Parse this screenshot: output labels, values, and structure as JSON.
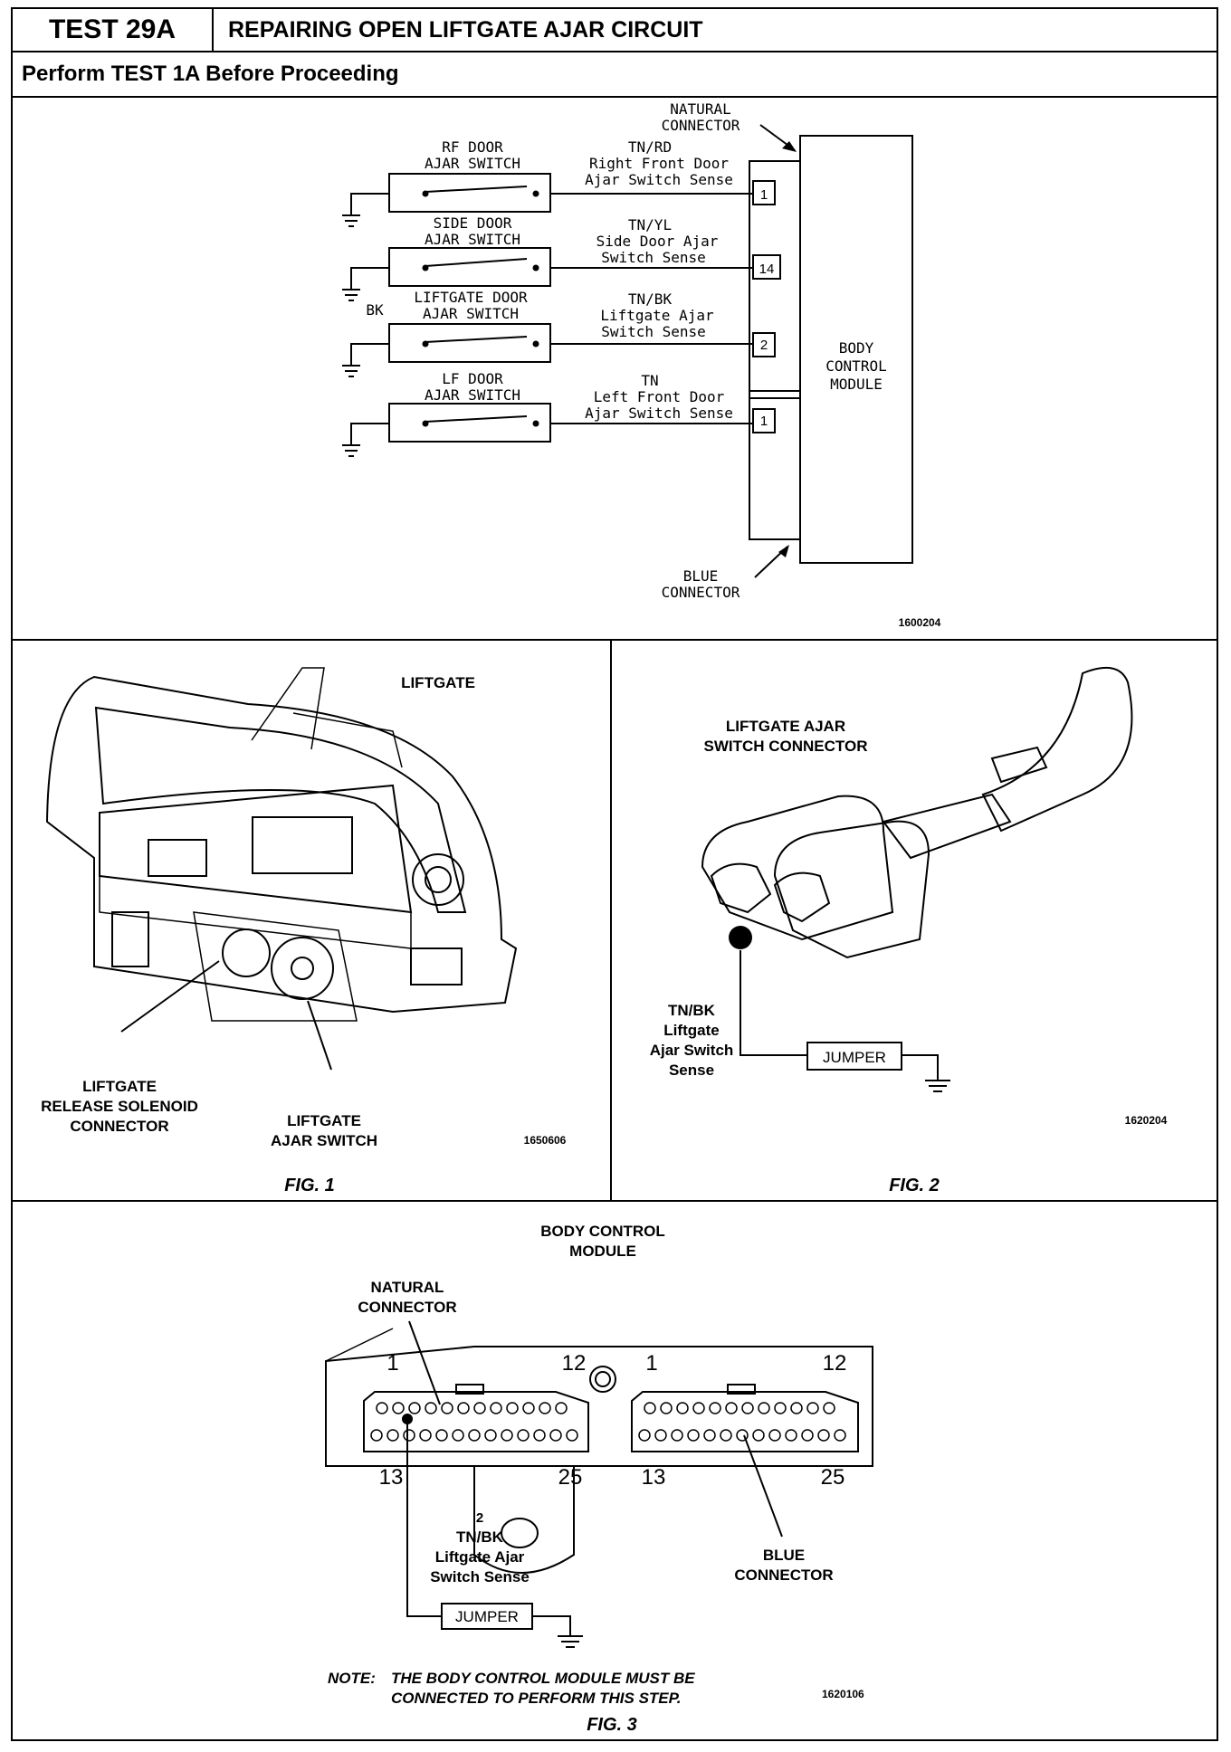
{
  "header": {
    "test_id": "TEST 29A",
    "title": "REPAIRING OPEN LIFTGATE AJAR CIRCUIT",
    "prerequisite": "Perform TEST 1A Before Proceeding"
  },
  "schematic": {
    "natural_connector": [
      "NATURAL",
      "CONNECTOR"
    ],
    "blue_connector": [
      "BLUE",
      "CONNECTOR"
    ],
    "module": [
      "BODY",
      "CONTROL",
      "MODULE"
    ],
    "image_id": "1600204",
    "ground_label": "BK",
    "switches": [
      {
        "name": [
          "RF DOOR",
          "AJAR SWITCH"
        ],
        "wire": [
          "TN/RD",
          "Right Front Door",
          "Ajar Switch Sense"
        ],
        "pin": "1"
      },
      {
        "name": [
          "SIDE DOOR",
          "AJAR SWITCH"
        ],
        "wire": [
          "TN/YL",
          "Side Door Ajar",
          "Switch Sense"
        ],
        "pin": "14"
      },
      {
        "name": [
          "LIFTGATE DOOR",
          "AJAR SWITCH"
        ],
        "wire": [
          "TN/BK",
          "Liftgate Ajar",
          "Switch Sense"
        ],
        "pin": "2"
      },
      {
        "name": [
          "LF DOOR",
          "AJAR SWITCH"
        ],
        "wire": [
          "TN",
          "Left Front Door",
          "Ajar Switch Sense"
        ],
        "pin": "1"
      }
    ]
  },
  "fig1": {
    "caption": "FIG. 1",
    "title": "LIFTGATE",
    "solenoid_label": [
      "LIFTGATE",
      "RELEASE SOLENOID",
      "CONNECTOR"
    ],
    "switch_label": [
      "LIFTGATE",
      "AJAR SWITCH"
    ],
    "image_id": "1650606"
  },
  "fig2": {
    "caption": "FIG. 2",
    "title": [
      "LIFTGATE AJAR",
      "SWITCH CONNECTOR"
    ],
    "wire_label": [
      "TN/BK",
      "Liftgate",
      "Ajar Switch",
      "Sense"
    ],
    "jumper": "JUMPER",
    "image_id": "1620204"
  },
  "fig3": {
    "caption": "FIG. 3",
    "title": [
      "BODY CONTROL",
      "MODULE"
    ],
    "natural_label": [
      "NATURAL",
      "CONNECTOR"
    ],
    "blue_label": [
      "BLUE",
      "CONNECTOR"
    ],
    "pin_labels": {
      "nat_tl": "1",
      "nat_tr": "12",
      "nat_bl": "13",
      "nat_br": "25",
      "blue_tl": "1",
      "blue_tr": "12",
      "blue_bl": "13",
      "blue_br": "25"
    },
    "wire_label": [
      "2",
      "TN/BK",
      "Liftgate Ajar",
      "Switch Sense"
    ],
    "jumper": "JUMPER",
    "note": [
      "NOTE:",
      "THE BODY CONTROL MODULE MUST BE",
      "CONNECTED TO PERFORM THIS STEP."
    ],
    "image_id": "1620106"
  }
}
